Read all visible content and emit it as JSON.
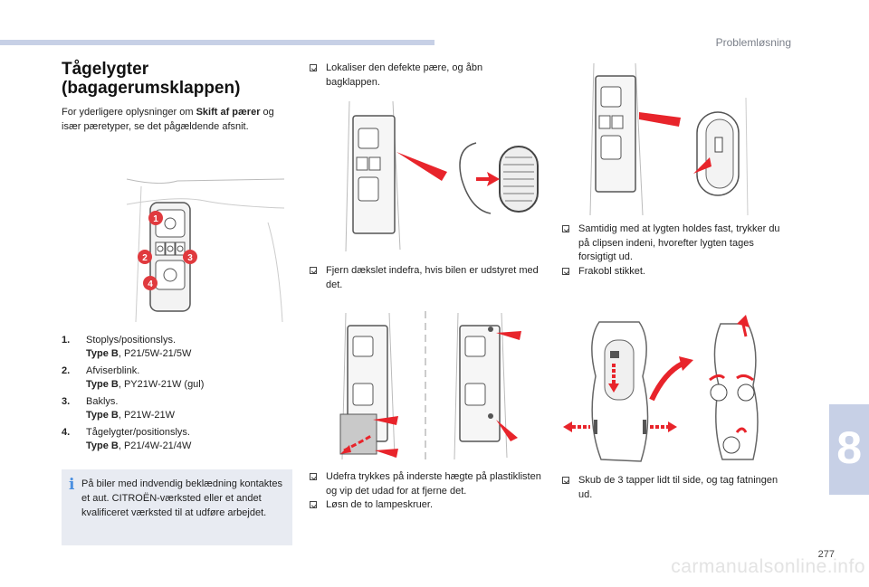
{
  "header": {
    "section_title": "Problemløsning"
  },
  "chapter": {
    "number": "8"
  },
  "page_number": "277",
  "watermark": "carmanualsonline.info",
  "title": {
    "line1": "Tågelygter",
    "line2": "(bagagerumsklappen)"
  },
  "intro": {
    "prefix": "For yderligere oplysninger om ",
    "bold": "Skift af pærer",
    "suffix": " og især pæretyper, se det pågældende afsnit."
  },
  "figure_main": {
    "callouts": [
      "1",
      "2",
      "3",
      "4"
    ]
  },
  "bulbs": [
    {
      "num": "1.",
      "name": "Stoplys/positionslys.",
      "type_label": "Type B",
      "type_value": ", P21/5W-21/5W"
    },
    {
      "num": "2.",
      "name": "Afviserblink.",
      "type_label": "Type B",
      "type_value": ", PY21W-21W (gul)"
    },
    {
      "num": "3.",
      "name": "Baklys.",
      "type_label": "Type B",
      "type_value": ", P21W-21W"
    },
    {
      "num": "4.",
      "name": "Tågelygter/positionslys.",
      "type_label": "Type B",
      "type_value": ", P21/4W-21/4W"
    }
  ],
  "info": {
    "icon": "i",
    "text": "På biler med indvendig beklædning kontaktes et aut. CITROËN-værksted eller et andet kvalificeret værksted til at udføre arbejdet."
  },
  "steps": {
    "s1": "Lokaliser den defekte pære, og åbn bagklappen.",
    "s2": "Fjern dækslet indefra, hvis bilen er udstyret med det.",
    "s3": "Udefra trykkes på inderste hægte på plastiklisten og vip det udad for at fjerne det.",
    "s4": "Løsn de to lampeskruer.",
    "s5": "Samtidig med at lygten holdes fast, trykker du på clipsen indeni, hvorefter lygten tages forsigtigt ud.",
    "s6": "Frakobl stikket.",
    "s7": "Skub de 3 tapper lidt til side, og tag fatningen ud."
  },
  "colors": {
    "accent_blue": "#c7d0e6",
    "callout_red": "#e03a3e",
    "arrow_red": "#e8242b",
    "info_bg": "#e8ebf2"
  }
}
